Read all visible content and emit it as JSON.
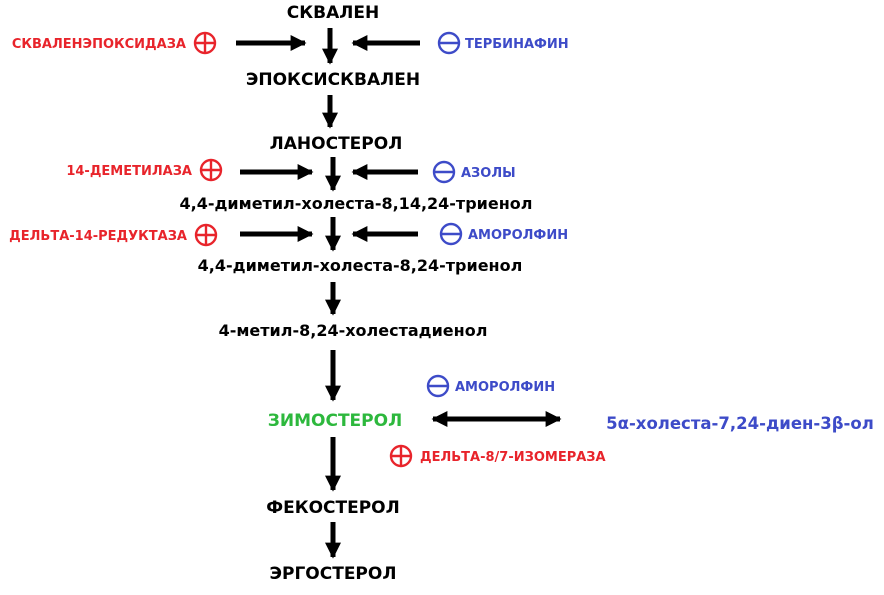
{
  "colors": {
    "pathway": "#000000",
    "enzyme": "#e8242b",
    "inhibitor": "#3d4bc8",
    "zymosterol": "#2db83d",
    "side_product": "#3d4bc8"
  },
  "nodes": {
    "squalene": "СКВАЛЕН",
    "epoxysqualene": "ЭПОКСИСКВАЛЕН",
    "lanosterol": "ЛАНОСТЕРОЛ",
    "dimethyl_trienol": "4,4-диметил-холеста-8,14,24-триенол",
    "dimethyl_dienol": "4,4-диметил-холеста-8,24-триенол",
    "methyl_dienol": "4-метил-8,24-холестадиенол",
    "zymosterol": "ЗИМОСТЕРОЛ",
    "fecosterol": "ФЕКОСТЕРОЛ",
    "ergosterol": "ЭРГОСТЕРОЛ",
    "side_product": "5α-холеста-7,24-диен-3β-ол"
  },
  "enzymes": {
    "squalene_epoxidase": "СКВАЛЕНЭПОКСИДАЗА",
    "demethylase": "14-ДЕМЕТИЛАЗА",
    "reductase": "ДЕЛЬТА-14-РЕДУКТАЗА",
    "isomerase": "ДЕЛЬТА-8/7-ИЗОМЕРАЗА"
  },
  "inhibitors": {
    "terbinafine": "ТЕРБИНАФИН",
    "azoles": "АЗОЛЫ",
    "amorolfine_1": "АМОРОЛФИН",
    "amorolfine_2": "АМОРОЛФИН"
  }
}
